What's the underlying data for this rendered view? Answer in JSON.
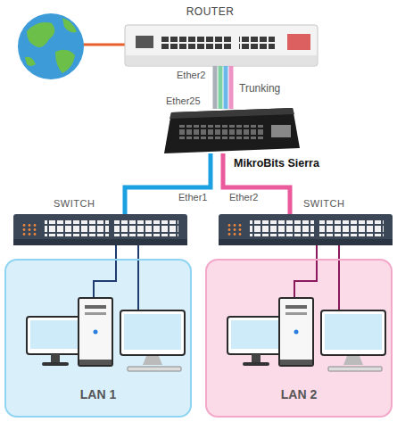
{
  "diagram": {
    "nodes": [
      {
        "text": [
          "ROUTER"
        ]
      },
      {
        "text": [
          "MikroBits Sierra"
        ]
      },
      {
        "text": [
          "SWITCH"
        ]
      },
      {
        "text": [
          "SWITCH"
        ]
      },
      {
        "text": [
          "LAN 1"
        ]
      },
      {
        "text": [
          "LAN 2"
        ]
      }
    ],
    "edges": [
      {
        "from": 0,
        "to": 1,
        "label": "Trunking",
        "arrow": "none"
      },
      {
        "from": 1,
        "to": 2,
        "arrow": "none"
      },
      {
        "from": 1,
        "to": 3,
        "arrow": "none"
      },
      {
        "from": 2,
        "to": 4,
        "arrow": "none"
      },
      {
        "from": 3,
        "to": 5,
        "arrow": "none"
      }
    ],
    "labels": [
      "Ether2",
      "Ether25",
      "Ether1",
      "Ether2"
    ]
  }
}
